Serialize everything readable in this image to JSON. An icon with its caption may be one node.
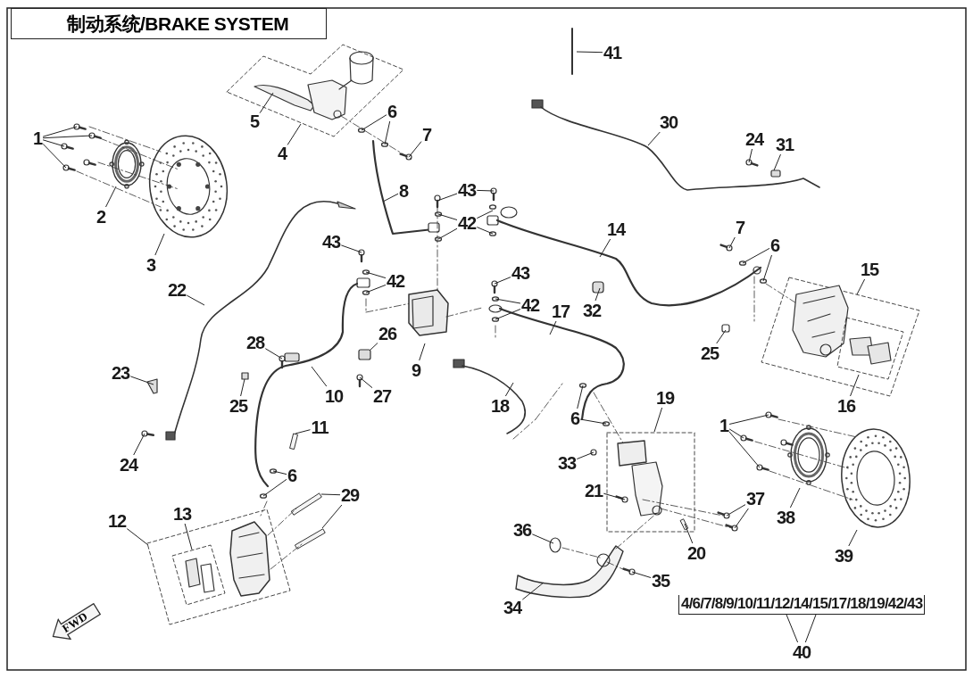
{
  "diagram": {
    "title": "制动系统/BRAKE SYSTEM",
    "nodes": [
      {
        "text": [
          "1"
        ]
      },
      {
        "text": [
          "2"
        ]
      },
      {
        "text": [
          "3"
        ]
      },
      {
        "text": [
          "4"
        ]
      },
      {
        "text": [
          "5"
        ]
      },
      {
        "text": [
          "6"
        ]
      },
      {
        "text": [
          "7"
        ]
      },
      {
        "text": [
          "8"
        ]
      },
      {
        "text": [
          "41"
        ]
      },
      {
        "text": [
          "30"
        ]
      },
      {
        "text": [
          "24"
        ]
      },
      {
        "text": [
          "31"
        ]
      },
      {
        "text": [
          "43"
        ]
      },
      {
        "text": [
          "42"
        ]
      },
      {
        "text": [
          "14"
        ]
      },
      {
        "text": [
          "7"
        ]
      },
      {
        "text": [
          "6"
        ]
      },
      {
        "text": [
          "15"
        ]
      },
      {
        "text": [
          "43"
        ]
      },
      {
        "text": [
          "42"
        ]
      },
      {
        "text": [
          "22"
        ]
      },
      {
        "text": [
          "43"
        ]
      },
      {
        "text": [
          "42"
        ]
      },
      {
        "text": [
          "17"
        ]
      },
      {
        "text": [
          "32"
        ]
      },
      {
        "text": [
          "26"
        ]
      },
      {
        "text": [
          "9"
        ]
      },
      {
        "text": [
          "25"
        ]
      },
      {
        "text": [
          "28"
        ]
      },
      {
        "text": [
          "23"
        ]
      },
      {
        "text": [
          "10"
        ]
      },
      {
        "text": [
          "27"
        ]
      },
      {
        "text": [
          "25"
        ]
      },
      {
        "text": [
          "18"
        ]
      },
      {
        "text": [
          "16"
        ]
      },
      {
        "text": [
          "6"
        ]
      },
      {
        "text": [
          "19"
        ]
      },
      {
        "text": [
          "1"
        ]
      },
      {
        "text": [
          "11"
        ]
      },
      {
        "text": [
          "24"
        ]
      },
      {
        "text": [
          "6"
        ]
      },
      {
        "text": [
          "33"
        ]
      },
      {
        "text": [
          "21"
        ]
      },
      {
        "text": [
          "29"
        ]
      },
      {
        "text": [
          "37"
        ]
      },
      {
        "text": [
          "38"
        ]
      },
      {
        "text": [
          "12"
        ]
      },
      {
        "text": [
          "13"
        ]
      },
      {
        "text": [
          "36"
        ]
      },
      {
        "text": [
          "20"
        ]
      },
      {
        "text": [
          "39"
        ]
      },
      {
        "text": [
          "35"
        ]
      },
      {
        "text": [
          "34"
        ]
      },
      {
        "text": [
          "4/6/7/8/9/10/11/12/14/15/17/18/19/42/43"
        ]
      },
      {
        "text": [
          "40"
        ]
      },
      {
        "text": [
          "FWD"
        ]
      }
    ],
    "edges": [
      {
        "from": 0,
        "to": null,
        "arrow": "none"
      },
      {
        "from": 0,
        "to": null,
        "arrow": "none"
      },
      {
        "from": 0,
        "to": null,
        "arrow": "none"
      },
      {
        "from": 0,
        "to": null,
        "arrow": "none"
      },
      {
        "from": 1,
        "to": null,
        "arrow": "none"
      },
      {
        "from": 2,
        "to": null,
        "arrow": "none"
      },
      {
        "from": 3,
        "to": null,
        "arrow": "none"
      },
      {
        "from": 4,
        "to": null,
        "arrow": "none"
      },
      {
        "from": 5,
        "to": null,
        "arrow": "none"
      },
      {
        "from": 5,
        "to": null,
        "arrow": "none"
      },
      {
        "from": 6,
        "to": null,
        "arrow": "none"
      },
      {
        "from": 7,
        "to": null,
        "arrow": "none"
      },
      {
        "from": 8,
        "to": null,
        "arrow": "none"
      },
      {
        "from": 9,
        "to": null,
        "arrow": "none"
      },
      {
        "from": 10,
        "to": null,
        "arrow": "none"
      },
      {
        "from": 11,
        "to": null,
        "arrow": "none"
      },
      {
        "from": 12,
        "to": null,
        "arrow": "none"
      },
      {
        "from": 12,
        "to": null,
        "arrow": "none"
      },
      {
        "from": 13,
        "to": null,
        "arrow": "none"
      },
      {
        "from": 13,
        "to": null,
        "arrow": "none"
      },
      {
        "from": 13,
        "to": null,
        "arrow": "none"
      },
      {
        "from": 13,
        "to": null,
        "arrow": "none"
      },
      {
        "from": 14,
        "to": null,
        "arrow": "none"
      },
      {
        "from": 15,
        "to": null,
        "arrow": "none"
      },
      {
        "from": 16,
        "to": null,
        "arrow": "none"
      },
      {
        "from": 16,
        "to": null,
        "arrow": "none"
      },
      {
        "from": 17,
        "to": null,
        "arrow": "none"
      },
      {
        "from": 18,
        "to": null,
        "arrow": "none"
      },
      {
        "from": 19,
        "to": null,
        "arrow": "none"
      },
      {
        "from": 19,
        "to": null,
        "arrow": "none"
      },
      {
        "from": 20,
        "to": null,
        "arrow": "none"
      },
      {
        "from": 21,
        "to": null,
        "arrow": "none"
      },
      {
        "from": 22,
        "to": null,
        "arrow": "none"
      },
      {
        "from": 22,
        "to": null,
        "arrow": "none"
      },
      {
        "from": 23,
        "to": null,
        "arrow": "none"
      },
      {
        "from": 24,
        "to": null,
        "arrow": "none"
      },
      {
        "from": 25,
        "to": null,
        "arrow": "none"
      },
      {
        "from": 26,
        "to": null,
        "arrow": "none"
      },
      {
        "from": 27,
        "to": null,
        "arrow": "none"
      },
      {
        "from": 28,
        "to": null,
        "arrow": "none"
      },
      {
        "from": 29,
        "to": null,
        "arrow": "none"
      },
      {
        "from": 30,
        "to": null,
        "arrow": "none"
      },
      {
        "from": 31,
        "to": null,
        "arrow": "none"
      },
      {
        "from": 32,
        "to": null,
        "arrow": "none"
      },
      {
        "from": 33,
        "to": null,
        "arrow": "none"
      },
      {
        "from": 34,
        "to": null,
        "arrow": "none"
      },
      {
        "from": 35,
        "to": null,
        "arrow": "none"
      },
      {
        "from": 35,
        "to": null,
        "arrow": "none"
      },
      {
        "from": 36,
        "to": null,
        "arrow": "none"
      },
      {
        "from": 37,
        "to": null,
        "arrow": "none"
      },
      {
        "from": 37,
        "to": null,
        "arrow": "none"
      },
      {
        "from": 37,
        "to": null,
        "arrow": "none"
      },
      {
        "from": 38,
        "to": null,
        "arrow": "none"
      },
      {
        "from": 39,
        "to": null,
        "arrow": "none"
      },
      {
        "from": 40,
        "to": null,
        "arrow": "none"
      },
      {
        "from": 40,
        "to": null,
        "arrow": "none"
      },
      {
        "from": 41,
        "to": null,
        "arrow": "none"
      },
      {
        "from": 42,
        "to": null,
        "arrow": "none"
      },
      {
        "from": 43,
        "to": null,
        "arrow": "none"
      },
      {
        "from": 43,
        "to": null,
        "arrow": "none"
      },
      {
        "from": 44,
        "to": null,
        "arrow": "none"
      },
      {
        "from": 44,
        "to": null,
        "arrow": "none"
      },
      {
        "from": 45,
        "to": null,
        "arrow": "none"
      },
      {
        "from": 46,
        "to": null,
        "arrow": "none"
      },
      {
        "from": 47,
        "to": null,
        "arrow": "none"
      },
      {
        "from": 48,
        "to": null,
        "arrow": "none"
      },
      {
        "from": 49,
        "to": null,
        "arrow": "none"
      },
      {
        "from": 50,
        "to": null,
        "arrow": "none"
      },
      {
        "from": 51,
        "to": null,
        "arrow": "none"
      },
      {
        "from": 52,
        "to": null,
        "arrow": "none"
      },
      {
        "from": 54,
        "to": 53,
        "arrow": "none"
      },
      {
        "from": 54,
        "to": 53,
        "arrow": "none"
      }
    ]
  }
}
